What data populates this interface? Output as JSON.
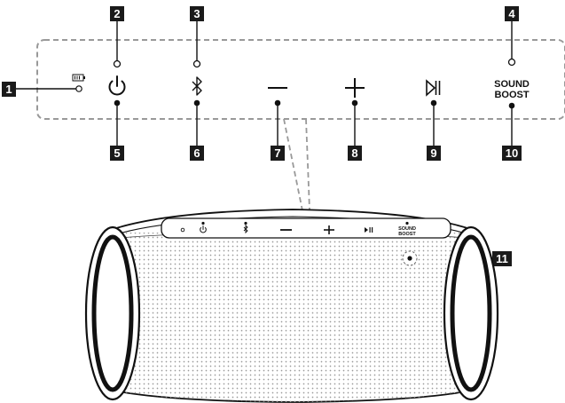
{
  "callouts": {
    "c1": "1",
    "c2": "2",
    "c3": "3",
    "c4": "4",
    "c5": "5",
    "c6": "6",
    "c7": "7",
    "c8": "8",
    "c9": "9",
    "c10": "10",
    "c11": "11"
  },
  "panel": {
    "sound_boost_line1": "SOUND",
    "sound_boost_line2": "BOOST"
  },
  "speaker_top": {
    "sound_boost_line1": "SOUND",
    "sound_boost_line2": "BOOST"
  },
  "icons": {
    "battery": "battery-icon",
    "power": "power-icon",
    "bluetooth": "bluetooth-icon",
    "volume_down": "minus-icon",
    "volume_up": "plus-icon",
    "play_pause": "play-pause-icon",
    "mic": "microphone-icon"
  },
  "colors": {
    "label_bg": "#1a1a1a",
    "dashed": "#999999",
    "ink": "#111111",
    "grille_dot": "#9a9a9a"
  }
}
